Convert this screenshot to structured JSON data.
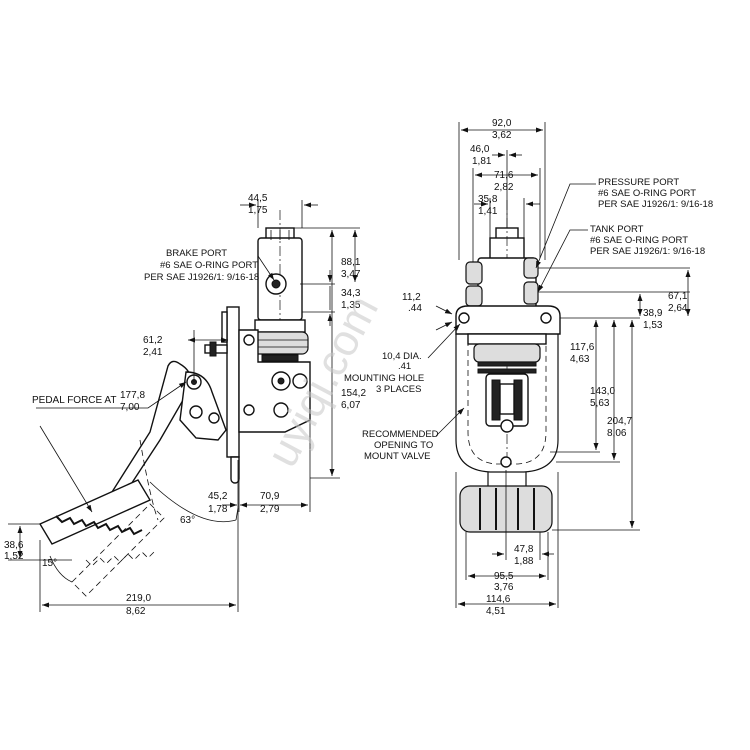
{
  "watermark": "uyiqi.com",
  "side_view": {
    "dims": {
      "w_top_mm": "44,5",
      "w_top_in": "1,75",
      "h_port_mm": "88,1",
      "h_port_in": "3,47",
      "h_port2_mm": "34,3",
      "h_port2_in": "1,35",
      "h_total_mm": "154,2",
      "h_total_in": "6,07",
      "pivot_mm": "61,2",
      "pivot_in": "2,41",
      "force_mm": "177,8",
      "force_in": "7,00",
      "base1_mm": "45,2",
      "base1_in": "1,78",
      "base2_mm": "70,9",
      "base2_in": "2,79",
      "angle_travel": "63°",
      "angle_pedal": "15°",
      "pedal_h_mm": "38,6",
      "pedal_h_in": "1,52",
      "overall_mm": "219,0",
      "overall_in": "8,62"
    },
    "notes": {
      "brake_port_1": "BRAKE PORT",
      "brake_port_2": "#6 SAE O-RING PORT",
      "brake_port_3": "PER SAE J1926/1: 9/16-18",
      "pedal_force": "PEDAL FORCE AT"
    }
  },
  "front_view": {
    "dims": {
      "w_total_mm": "92,0",
      "w_total_in": "3,62",
      "w_46_mm": "46,0",
      "w_46_in": "1,81",
      "w_71_mm": "71,6",
      "w_71_in": "2,82",
      "w_35_mm": "35,8",
      "w_35_in": "1,41",
      "h_67_mm": "67,1",
      "h_67_in": "2,64",
      "h_38_mm": "38,9",
      "h_38_in": "1,53",
      "hole_mm": "11,2",
      "hole_in": ".44",
      "h_117_mm": "117,6",
      "h_117_in": "4,63",
      "h_143_mm": "143,0",
      "h_143in": "5,63",
      "h_204_mm": "204,7",
      "h_204_in": "8,06",
      "w_47_mm": "47,8",
      "w_47_in": "1,88",
      "w_95_mm": "95,5",
      "w_95_in": "3,76",
      "w_114_mm": "114,6",
      "w_114_in": "4,51"
    },
    "notes": {
      "pressure_1": "PRESSURE PORT",
      "pressure_2": "#6 SAE O-RING PORT",
      "pressure_3": "PER SAE J1926/1: 9/16-18",
      "tank_1": "TANK PORT",
      "tank_2": "#6 SAE O-RING PORT",
      "tank_3": "PER SAE J1926/1: 9/16-18",
      "mount_1": "10,4 DIA.",
      "mount_2": ".41",
      "mount_3": "MOUNTING HOLE",
      "mount_4": "3 PLACES",
      "rec_1": "RECOMMENDED",
      "rec_2": "OPENING TO",
      "rec_3": "MOUNT VALVE"
    }
  }
}
